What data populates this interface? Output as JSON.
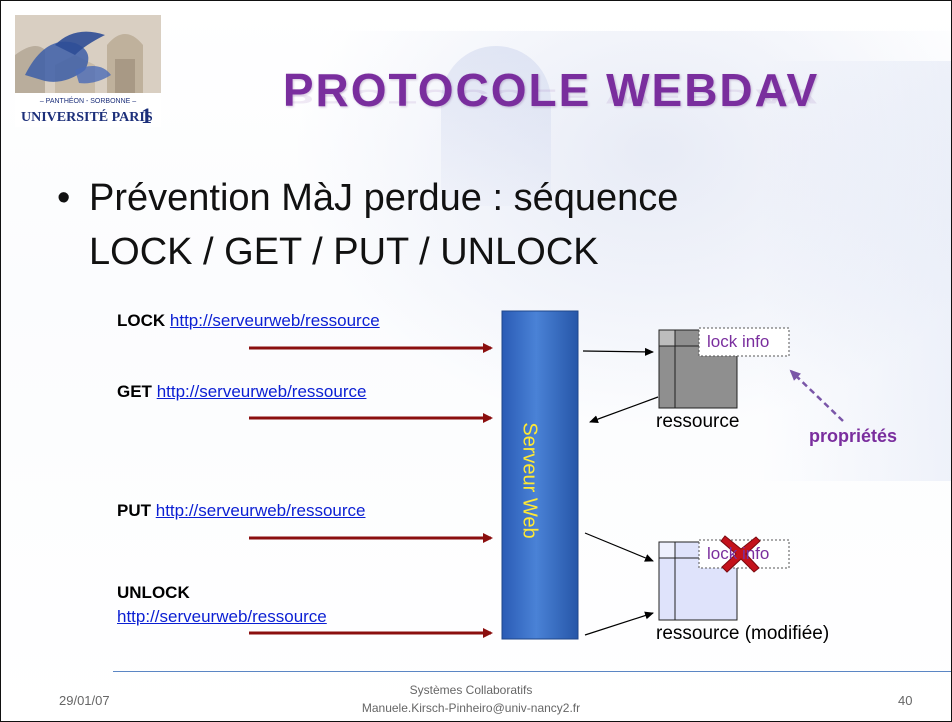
{
  "slide": {
    "title": "PROTOCOLE WEBDAV",
    "bullet_line1": "Prévention MàJ perdue : séquence",
    "bullet_line2": "LOCK / GET / PUT / UNLOCK",
    "bullet_symbol": "•"
  },
  "logo": {
    "text_top": "– PANTHÉON - SORBONNE –",
    "text_main": "UNIVERSITÉ PARIS",
    "text_number": "1"
  },
  "requests": [
    {
      "method": "LOCK",
      "url": "http://serveurweb/ressource"
    },
    {
      "method": "GET",
      "url": "http://serveurweb/ressource"
    },
    {
      "method": "PUT",
      "url": "http://serveurweb/ressource"
    },
    {
      "method": "UNLOCK",
      "url": "http://serveurweb/ressource"
    }
  ],
  "server": {
    "label": "Serveur Web"
  },
  "resource_top": {
    "caption": "ressource",
    "lock_label": "lock info"
  },
  "resource_bottom": {
    "caption": "ressource (modifiée)",
    "lock_label": "lock info"
  },
  "annotation": {
    "label": "propriétés"
  },
  "footer": {
    "date": "29/01/07",
    "course": "Systèmes Collaboratifs",
    "email": "Manuele.Kirsch-Pinheiro@univ-nancy2.fr",
    "page": "40"
  },
  "colors": {
    "title": "#7a2e9e",
    "arrow_dark_red": "#8b0f0f",
    "server_blue": "#3a6fc4",
    "server_label": "#ffe933",
    "link_blue": "#0b1fd3",
    "cross_red": "#c4121b",
    "lock_purple": "#7a2e9e"
  },
  "icons": [
    "university-logo",
    "red-cross-icon"
  ]
}
